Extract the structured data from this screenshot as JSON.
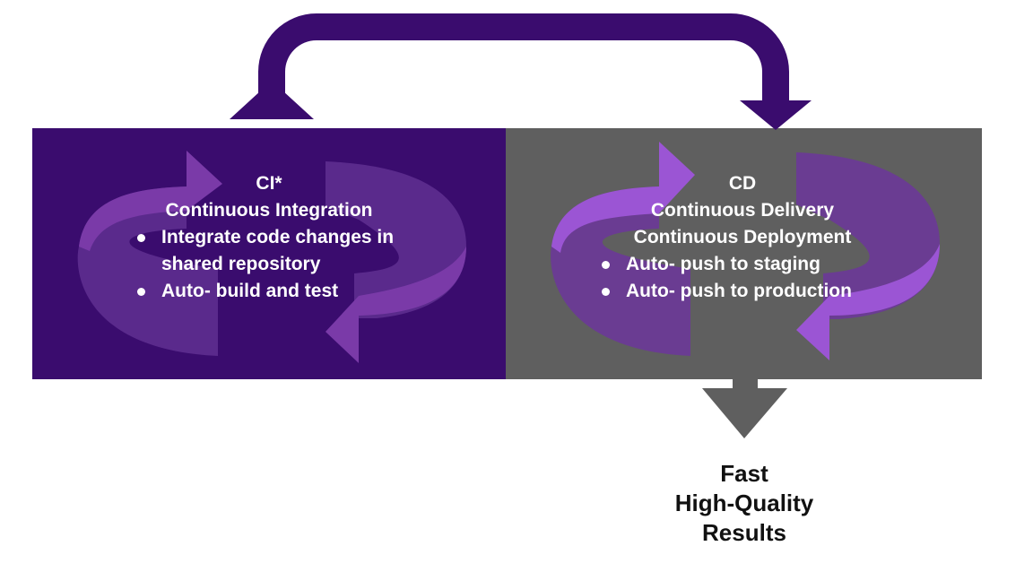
{
  "colors": {
    "ci_box": "#3a0c6e",
    "cd_box": "#5f5f5f",
    "loop_arrow": "#3a0c6e",
    "ci_cycle_light": "#5a2a8c",
    "ci_cycle_bright": "#7a3aa8",
    "cd_cycle_dark": "#6a3c92",
    "cd_cycle_bright": "#9b55d4",
    "down_arrow": "#5f5f5f",
    "text_light": "#ffffff",
    "text_dark": "#111111"
  },
  "ci": {
    "title": "CI*",
    "subtitle": "Continuous Integration",
    "bullets": [
      "Integrate code changes in shared repository",
      "Auto- build and test"
    ]
  },
  "cd": {
    "title": "CD",
    "subtitle1": "Continuous Delivery",
    "subtitle2": "Continuous Deployment",
    "bullets": [
      "Auto- push to staging",
      "Auto- push to production"
    ]
  },
  "result": {
    "line1": "Fast",
    "line2": "High-Quality",
    "line3": "Results"
  },
  "icons": {
    "feedback_loop": "loop-arrow-icon",
    "ci_cycle": "cycle-arrows-icon",
    "cd_cycle": "cycle-arrows-icon",
    "output": "down-arrow-icon"
  }
}
